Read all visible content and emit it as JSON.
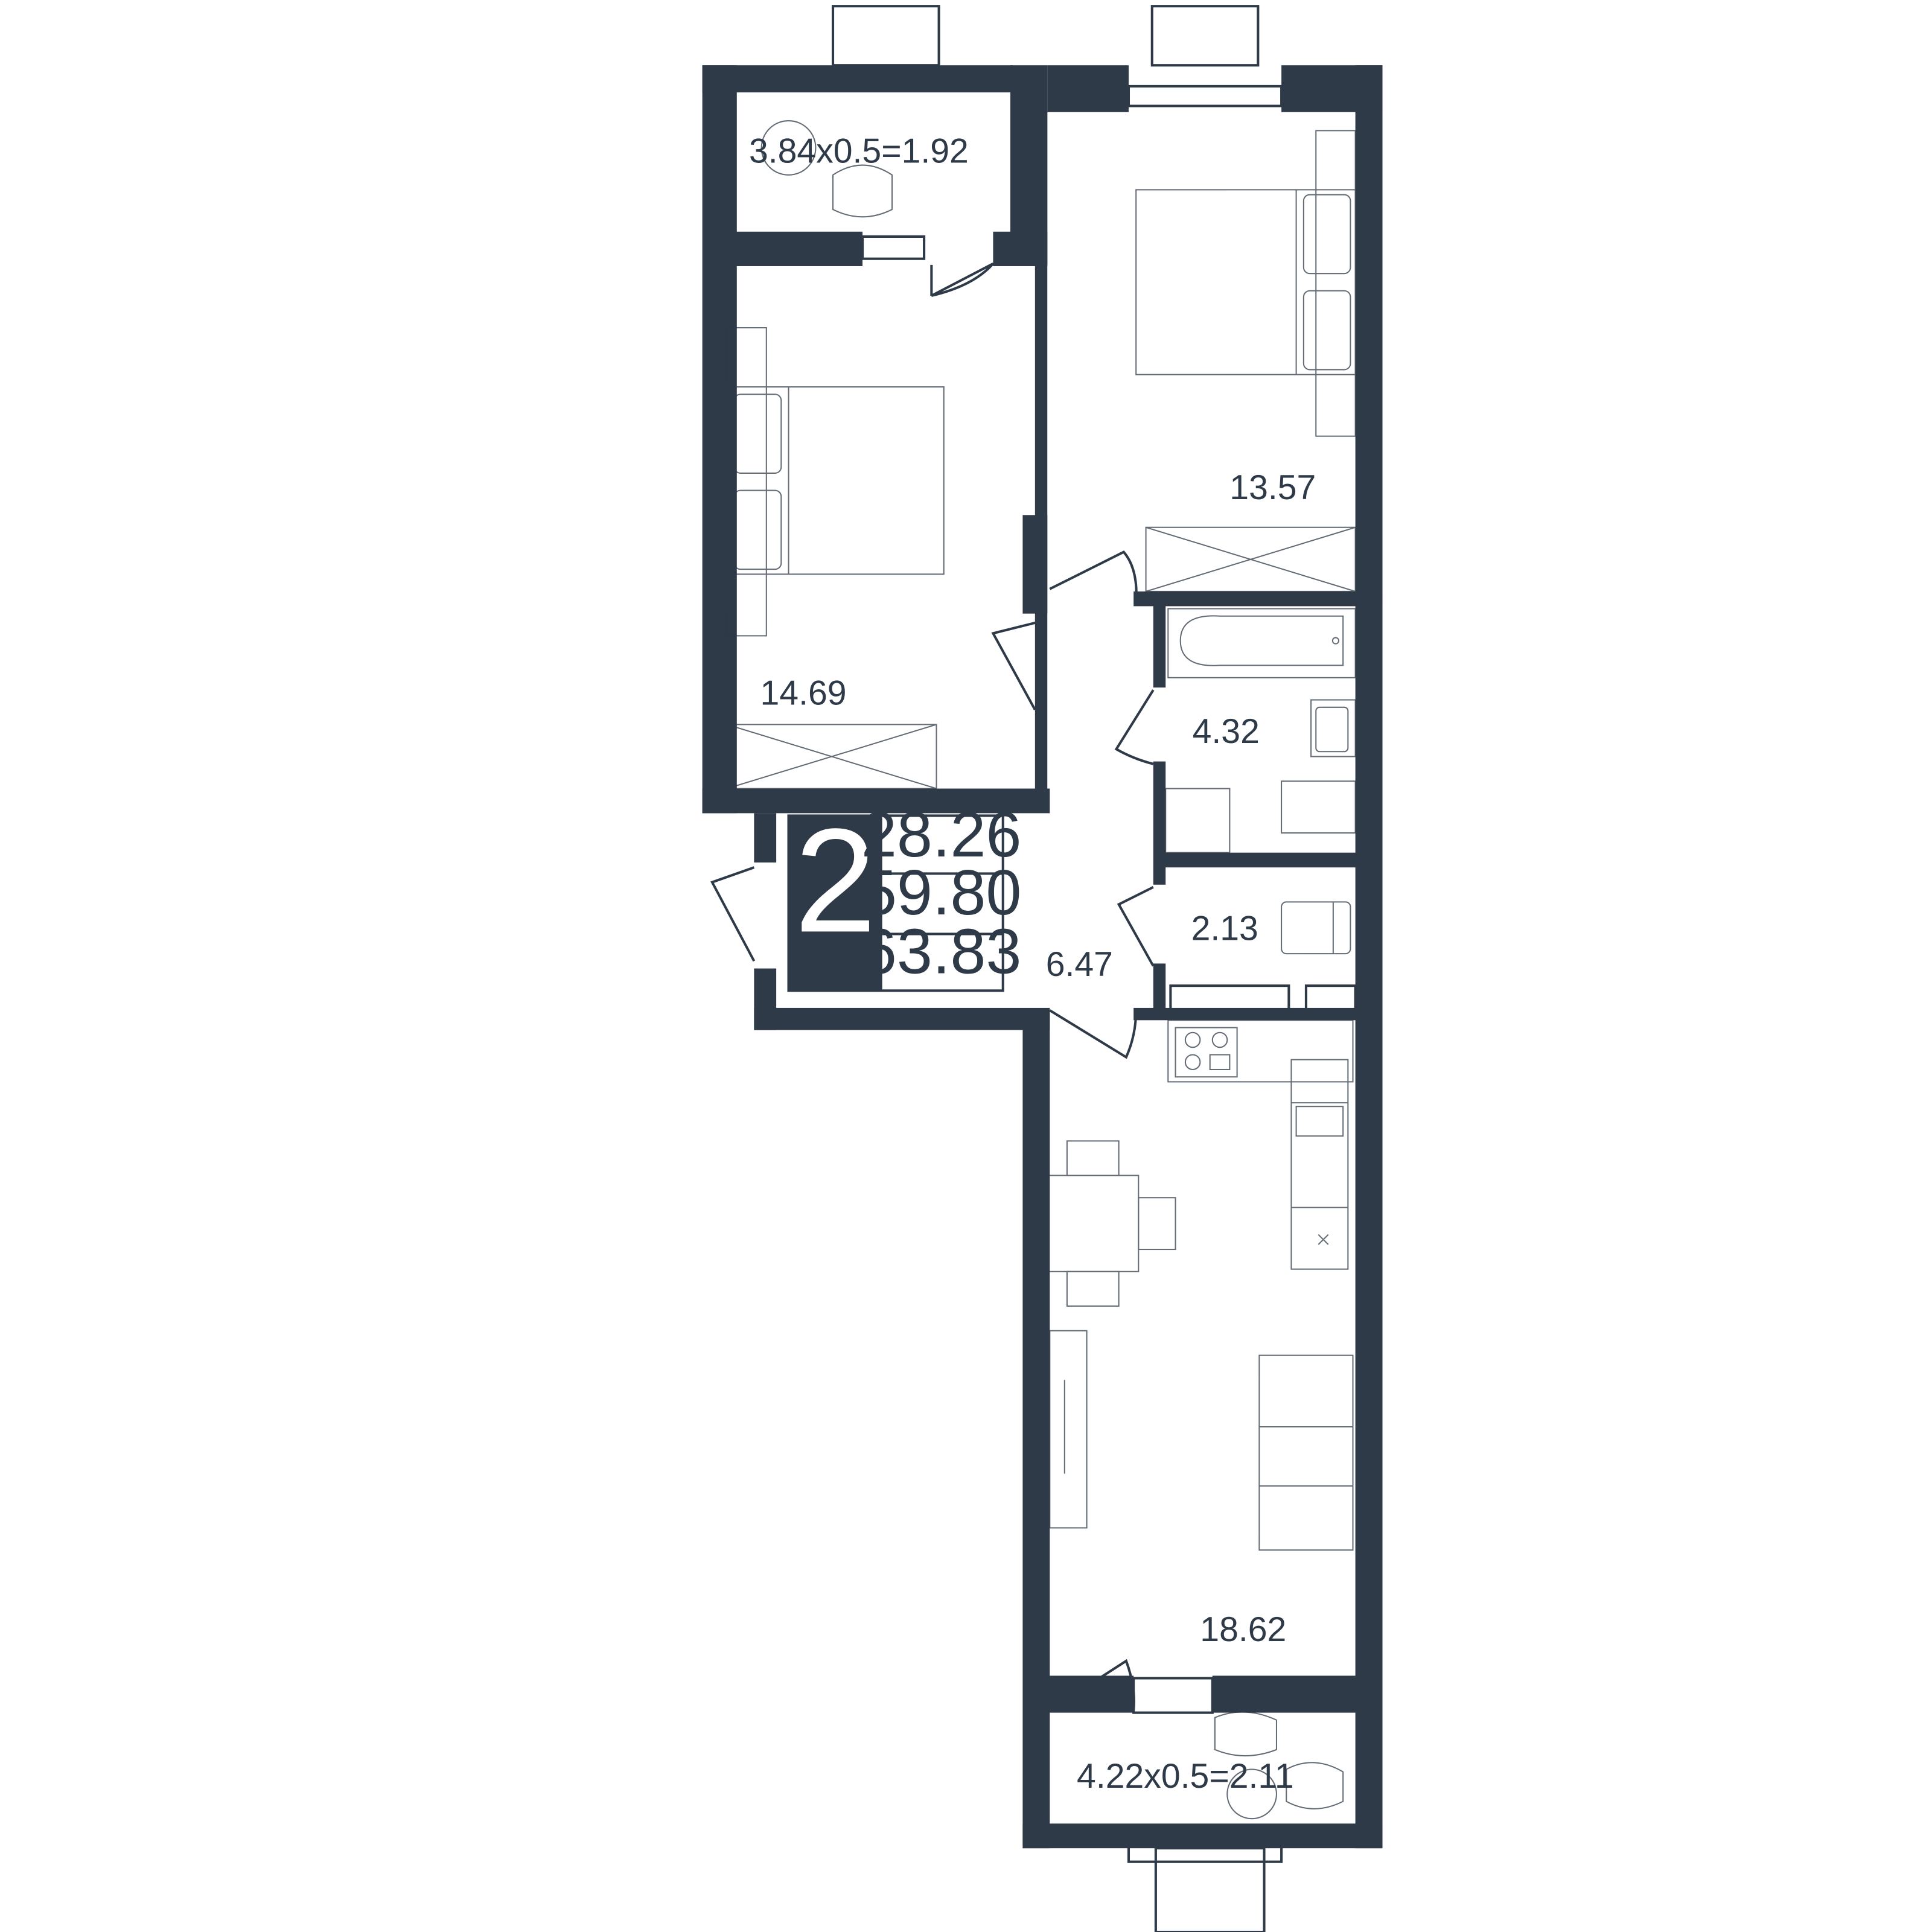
{
  "colors": {
    "wall": "#2f3a48",
    "furniture": "#2f3a48",
    "background": "#ffffff"
  },
  "badge": {
    "rooms": "2",
    "areas": [
      "28.26",
      "59.80",
      "63.83"
    ]
  },
  "rooms": {
    "balcony_top": "3.84x0.5=1.92",
    "bedroom_left": "14.69",
    "bedroom_right": "13.57",
    "bathroom": "4.32",
    "toilet": "2.13",
    "hallway": "6.47",
    "living_kitchen": "18.62",
    "balcony_bottom": "4.22x0.5=2.11"
  }
}
